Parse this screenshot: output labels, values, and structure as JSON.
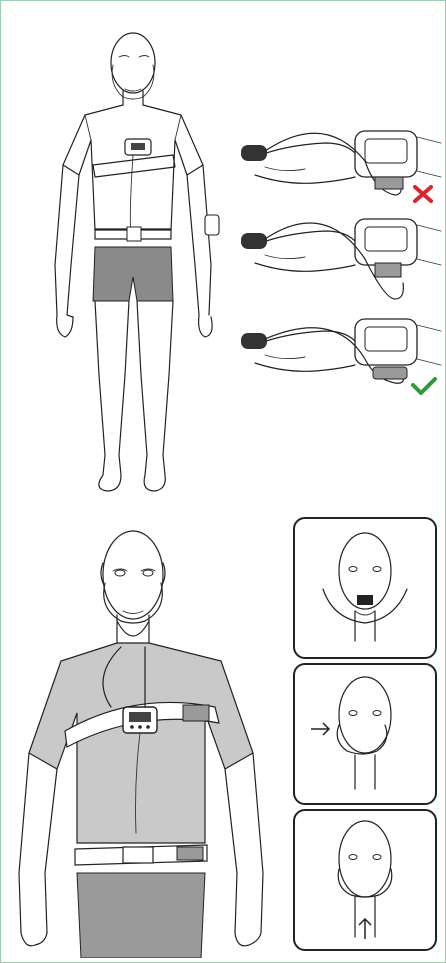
{
  "figure": {
    "top_panel": "full-body-wearing-device-with-finger-sensor",
    "finger_sensor_steps": [
      {
        "status": "incorrect",
        "icon": "red-cross-icon",
        "color": "#d8262c"
      },
      {
        "status": "intermediate",
        "icon": "none"
      },
      {
        "status": "correct",
        "icon": "green-check-icon",
        "color": "#2f9a3a"
      }
    ],
    "bottom_panel": "upper-body-wearing-nasal-cannula-and-chest-belt",
    "cannula_steps": [
      {
        "step": "cannula-around-ears"
      },
      {
        "step": "insert-nasal-prongs"
      },
      {
        "step": "tighten-under-chin"
      }
    ],
    "colors": {
      "background": "#e8f5ee",
      "border": "#9fcdb2",
      "shorts_fill": "#8a8a8a",
      "shirt_fill": "#c9c9c9",
      "cross": "#d8262c",
      "check": "#2f9a3a"
    }
  }
}
